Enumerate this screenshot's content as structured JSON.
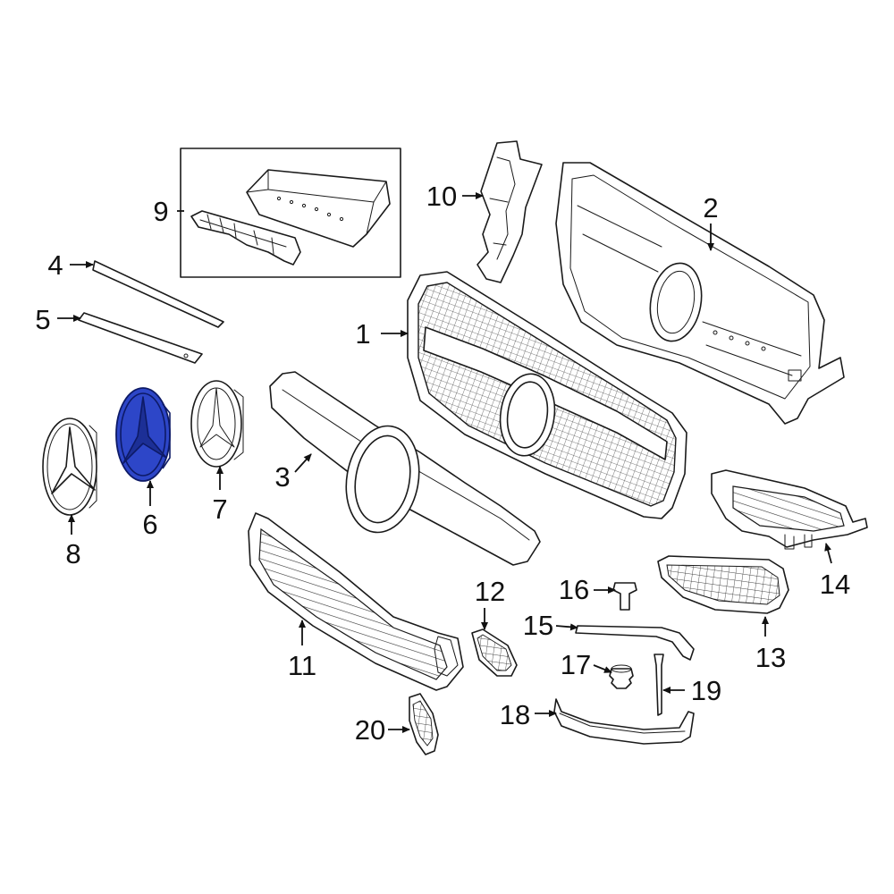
{
  "callouts": {
    "c1": "1",
    "c2": "2",
    "c3": "3",
    "c4": "4",
    "c5": "5",
    "c6": "6",
    "c7": "7",
    "c8": "8",
    "c9": "9",
    "c10": "10",
    "c11": "11",
    "c12": "12",
    "c13": "13",
    "c14": "14",
    "c15": "15",
    "c16": "16",
    "c17": "17",
    "c18": "18",
    "c19": "19",
    "c20": "20"
  },
  "highlighted_part": "6",
  "colors": {
    "highlight": "#2d46c8",
    "line": "#1a1a1a",
    "background": "#ffffff"
  }
}
